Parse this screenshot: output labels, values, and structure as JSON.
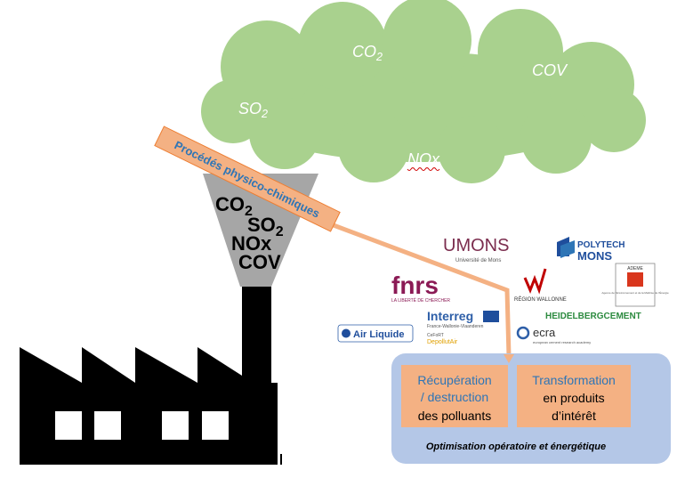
{
  "cloud": {
    "gases": [
      "CO",
      "2",
      "COV",
      "SO",
      "2",
      "NOx"
    ],
    "color": "#a9d18e"
  },
  "process_label": "Procédés physico-chimiques",
  "funnel": {
    "line1_main": "CO",
    "line1_sub": "2",
    "line2_main": "SO",
    "line2_sub": "2",
    "line3": "NOx",
    "line4": "COV"
  },
  "logos": {
    "umons_main": "UMONS",
    "umons_sub": "Université de Mons",
    "polytech_top": "POLYTECH",
    "polytech_bottom": "MONS",
    "fnrs_main": "fnrs",
    "fnrs_sub": "LA LIBERTÉ DE CHERCHER",
    "region_sub": "RÉGION WALLONNE",
    "ademe_main": "ADEME",
    "ademe_sub": "Agence de l'Environnement et de la Maîtrise de l'Énergie",
    "interreg_main": "Interreg",
    "interreg_sub": "France-Wallonie-Vlaanderen",
    "depollutair_sub": "CeFoRT",
    "depollutair_main": "DepollutAir",
    "heidelberg": "HEIDELBERGCEMENT",
    "airliquide": "Air Liquide",
    "ecra_main": "ecra",
    "ecra_sub": "european cement research academy"
  },
  "outcomes": {
    "box1_line1": "Récupération",
    "box1_line2": "/ destruction",
    "box1_line3": "des polluants",
    "box2_line1": "Transformation",
    "box2_line2": "en produits",
    "box2_line3": "d’intérêt",
    "footer": "Optimisation opératoire et énergétique"
  },
  "colors": {
    "orange": "#f4b183",
    "orange_border": "#ed7d31",
    "blue_text": "#2e75b6",
    "panel": "#b4c7e7"
  }
}
